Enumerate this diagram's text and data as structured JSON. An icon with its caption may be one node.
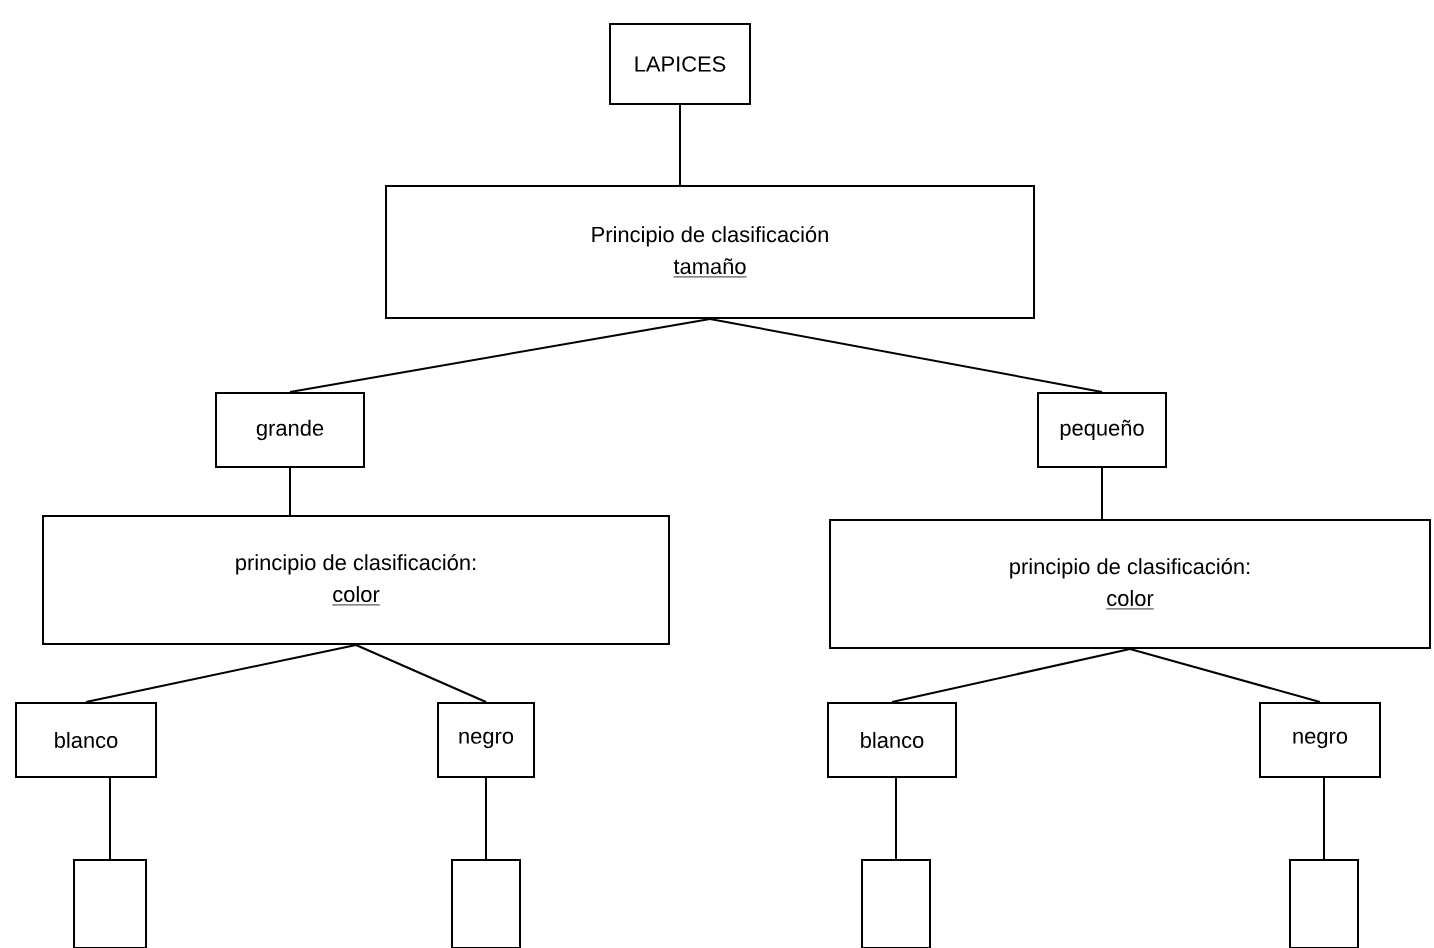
{
  "diagram": {
    "nodes": [
      {
        "text": [
          "LAPICES"
        ]
      },
      {
        "text": [
          "Principio de clasificación",
          "tamaño"
        ]
      },
      {
        "text": [
          "grande"
        ]
      },
      {
        "text": [
          "pequeño"
        ]
      },
      {
        "text": [
          "principio de clasificación:",
          "color"
        ]
      },
      {
        "text": [
          "principio de clasificación:",
          "color"
        ]
      },
      {
        "text": [
          "blanco"
        ]
      },
      {
        "text": [
          "negro"
        ]
      },
      {
        "text": [
          "blanco"
        ]
      },
      {
        "text": [
          "negro"
        ]
      },
      {
        "text": [],
        "shape": "box"
      },
      {
        "text": [],
        "shape": "box"
      },
      {
        "text": [],
        "shape": "box"
      },
      {
        "text": [],
        "shape": "box"
      }
    ],
    "edges": [
      {
        "from": 0,
        "to": 1,
        "arrow": "none"
      },
      {
        "from": 1,
        "to": 2,
        "arrow": "none"
      },
      {
        "from": 1,
        "to": 3,
        "arrow": "none"
      },
      {
        "from": 2,
        "to": 4,
        "arrow": "none"
      },
      {
        "from": 3,
        "to": 5,
        "arrow": "none"
      },
      {
        "from": 4,
        "to": 6,
        "arrow": "none"
      },
      {
        "from": 4,
        "to": 7,
        "arrow": "none"
      },
      {
        "from": 5,
        "to": 8,
        "arrow": "none"
      },
      {
        "from": 5,
        "to": 9,
        "arrow": "none"
      },
      {
        "from": 6,
        "to": 10,
        "arrow": "none"
      },
      {
        "from": 7,
        "to": 11,
        "arrow": "none"
      },
      {
        "from": 8,
        "to": 12,
        "arrow": "none"
      },
      {
        "from": 9,
        "to": 13,
        "arrow": "none"
      }
    ]
  }
}
